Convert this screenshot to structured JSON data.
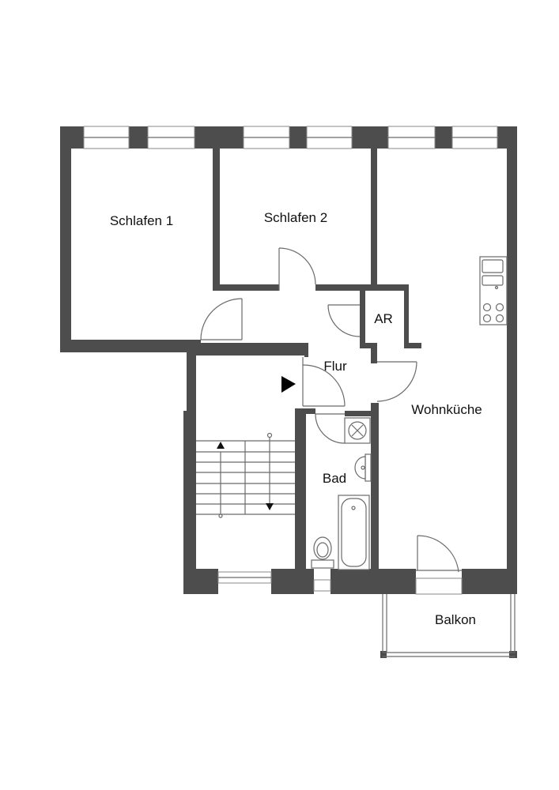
{
  "rooms": {
    "schlafen1": "Schlafen 1",
    "schlafen2": "Schlafen 2",
    "ar": "AR",
    "flur": "Flur",
    "wohnkueche": "Wohnküche",
    "bad": "Bad",
    "balkon": "Balkon"
  },
  "colors": {
    "wall": "#4d4d4d",
    "line": "#6a6a6a",
    "background": "#ffffff",
    "text": "#111111"
  },
  "icons": {
    "entrance": "entrance-arrow-icon",
    "stairs_up": "stairs-up-arrow-icon",
    "stairs_down": "stairs-down-arrow-icon"
  }
}
